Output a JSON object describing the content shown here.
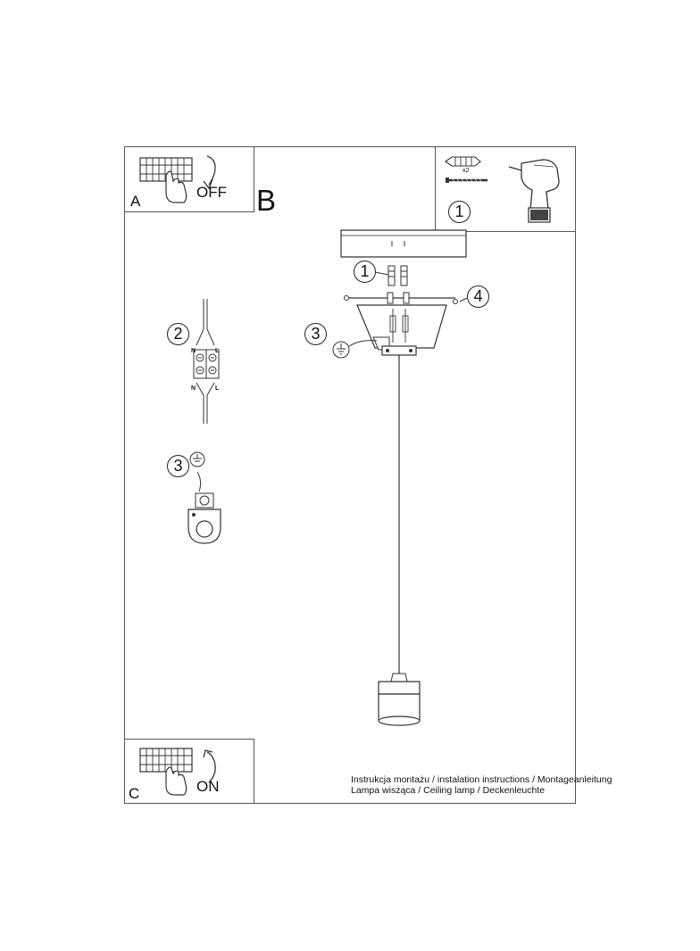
{
  "panels": {
    "a": {
      "letter": "A",
      "word": "OFF"
    },
    "b": {
      "letter": "B"
    },
    "c": {
      "letter": "C",
      "word": "ON"
    }
  },
  "tools": {
    "step_number": "1",
    "multiplier": "x2"
  },
  "callouts": {
    "anchor": "1",
    "ground": "3",
    "screw": "4"
  },
  "side_steps": {
    "connector": {
      "number": "2",
      "top_n": "N",
      "top_l": "L",
      "bottom_n": "N",
      "bottom_l": "L"
    },
    "ground": {
      "number": "3"
    }
  },
  "caption": {
    "line1": "Instrukcja montażu / instalation instructions / Montageanleitung",
    "line2": "Lampa wisząca / Ceiling lamp / Deckenleuchte"
  }
}
